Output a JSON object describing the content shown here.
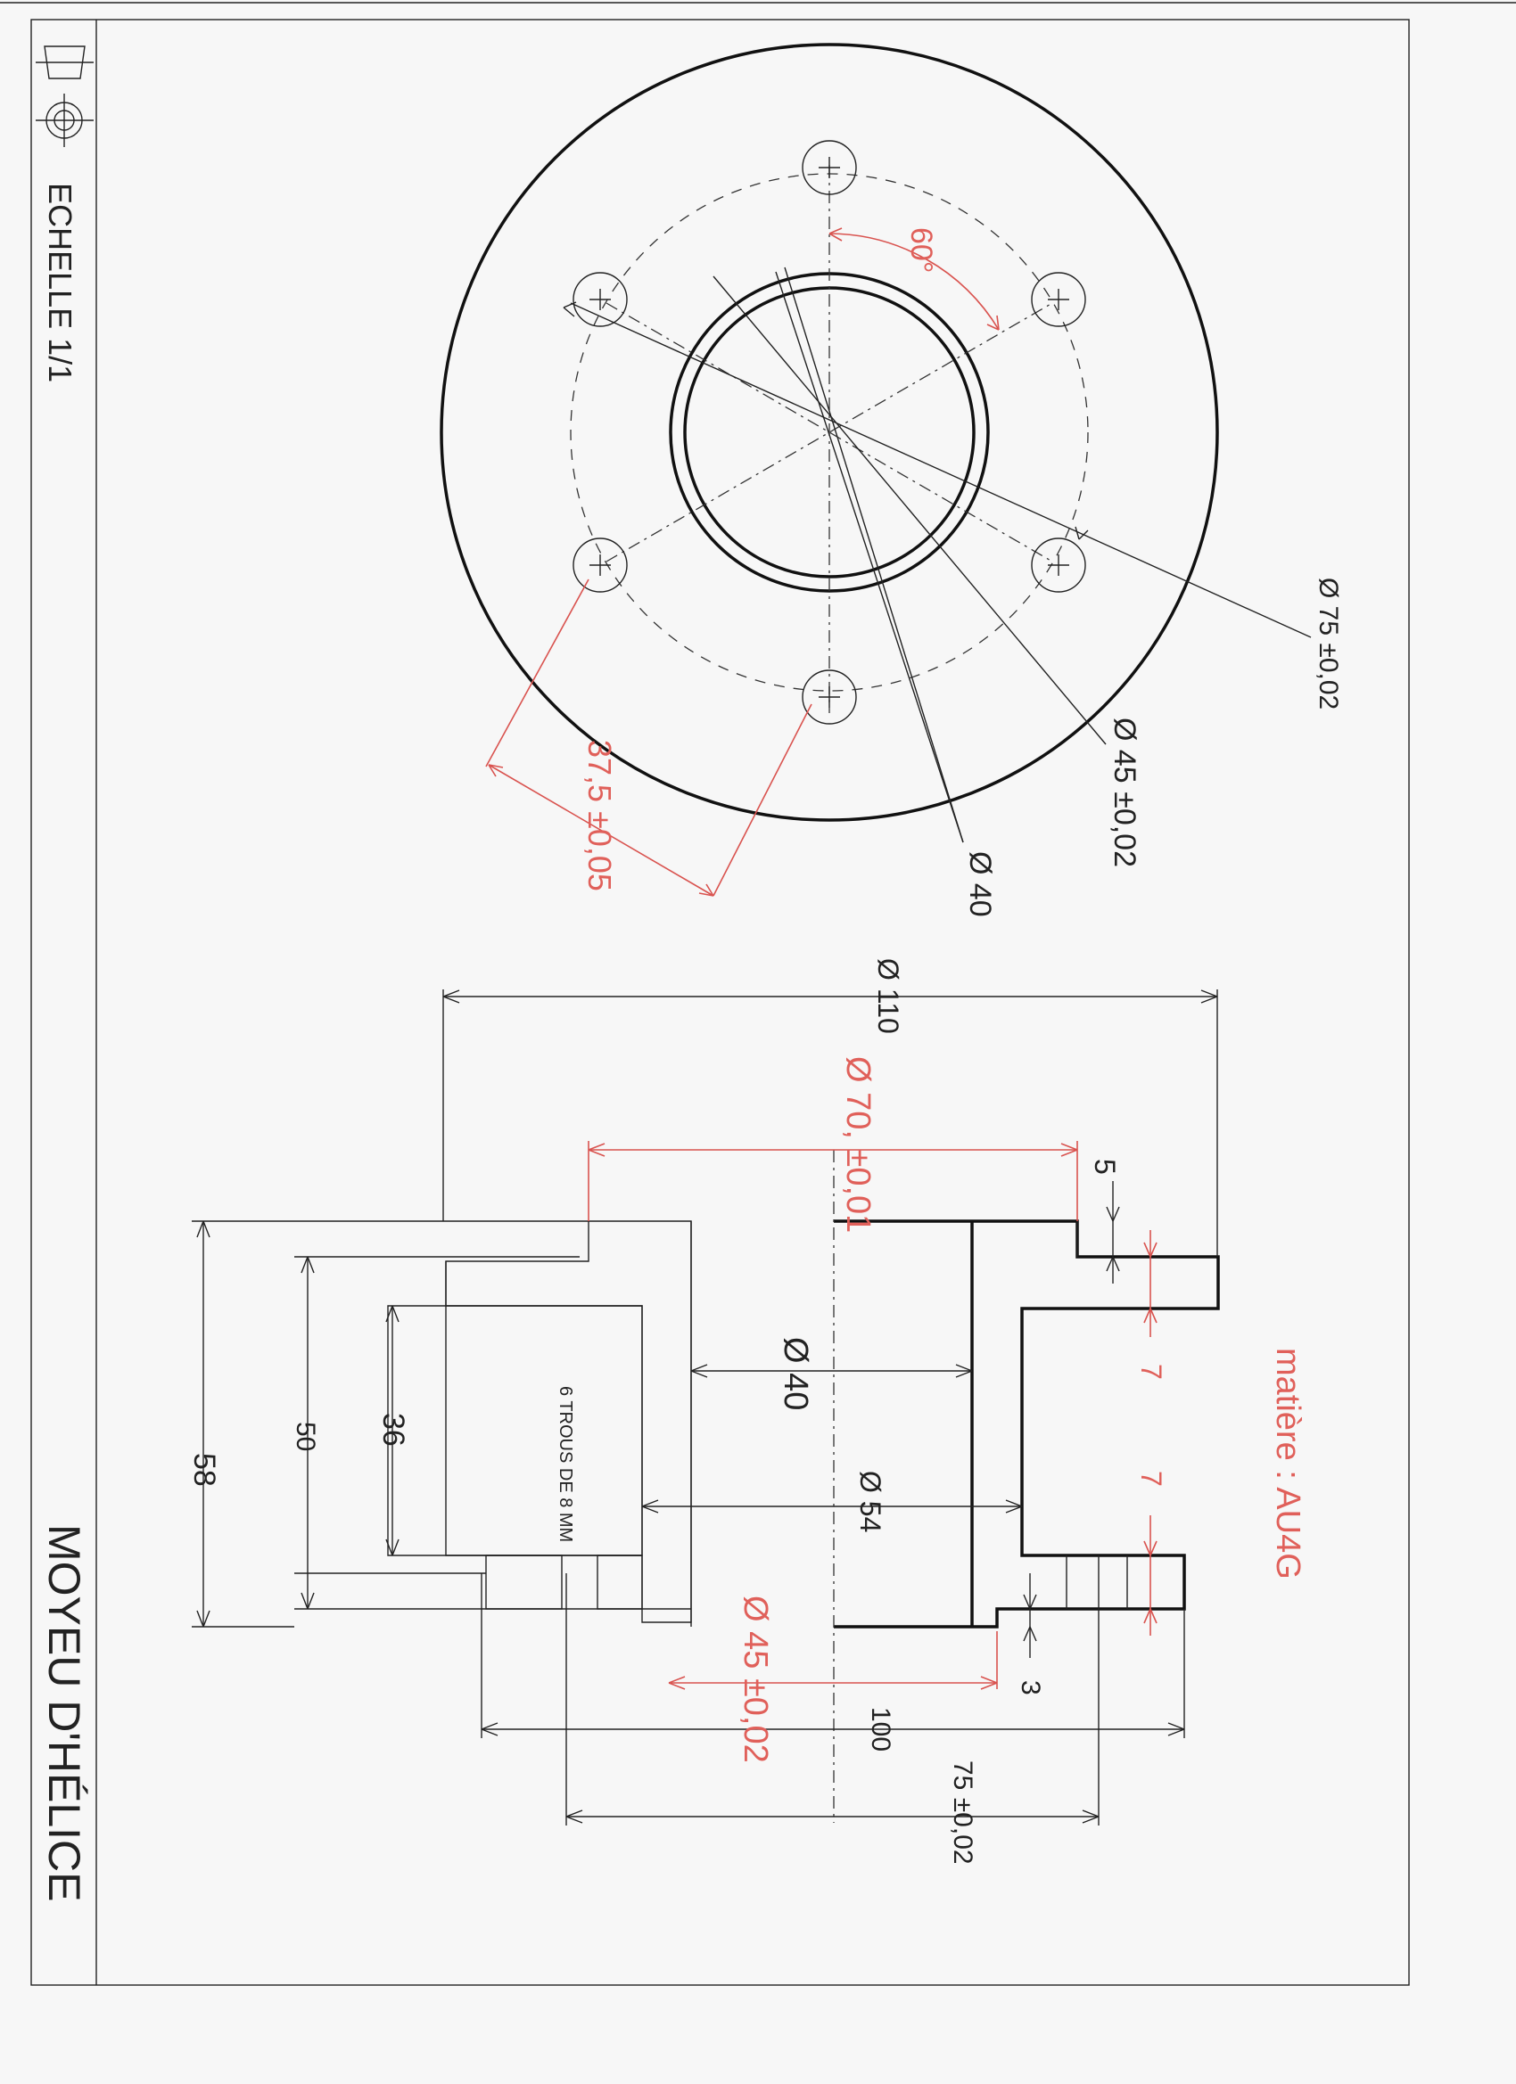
{
  "title_block": {
    "scale": "ECHELLE 1/1",
    "title": "MOYEU D'HÉLICE",
    "material": "matière : AU4G",
    "projection_icon": "first-angle-projection-icon"
  },
  "front_view": {
    "dims": {
      "d75": "Ø 75 ±0,02",
      "d45": "Ø 45 ±0,02",
      "d40": "Ø 40",
      "angle": "60°",
      "pitch": "37,5 ±0,05"
    }
  },
  "section_view": {
    "dims": {
      "d110": "Ø 110",
      "d70": "Ø 70, ±0,01",
      "d5": "5",
      "d40": "Ø 40",
      "d54": "Ø 54",
      "d45": "Ø 45 ±0,02",
      "d7a": "7",
      "d7b": "7",
      "d3": "3",
      "d100": "100",
      "d75": "75 ±0,02",
      "d58": "58",
      "d50": "50",
      "d36": "36",
      "holes": "6 TROUS DE 8 MM"
    }
  },
  "colors": {
    "line": "#222222",
    "red_dimension": "#e0605a"
  }
}
